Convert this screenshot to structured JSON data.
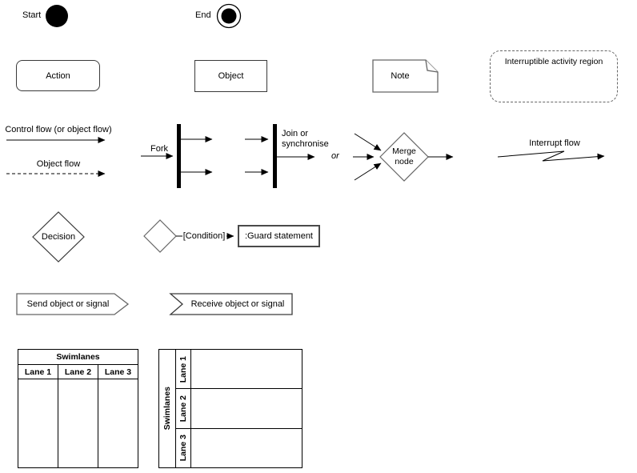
{
  "colors": {
    "background": "#ffffff",
    "ink": "#000000",
    "shape_border": "#3a3a3a",
    "muted_border": "#666666"
  },
  "nodes": {
    "start": {
      "label": "Start"
    },
    "end": {
      "label": "End"
    },
    "action": {
      "label": "Action"
    },
    "object": {
      "label": "Object"
    },
    "note": {
      "label": "Note"
    },
    "interruptible_region": {
      "label": "Interruptible activity region"
    },
    "control_flow": {
      "label": "Control flow (or object flow)"
    },
    "object_flow": {
      "label": "Object flow"
    },
    "fork": {
      "label": "Fork"
    },
    "join": {
      "label": "Join or synchronise"
    },
    "or": {
      "label": "or"
    },
    "merge": {
      "label": "Merge node"
    },
    "interrupt_flow": {
      "label": "Interrupt flow"
    },
    "decision": {
      "label": "Decision"
    },
    "condition": {
      "label": "[Condition]"
    },
    "guard": {
      "label": ":Guard statement"
    },
    "send": {
      "label": "Send object or signal"
    },
    "receive": {
      "label": "Receive object or signal"
    },
    "swimlanes_vertical": {
      "title": "Swimlanes",
      "lanes": [
        "Lane 1",
        "Lane 2",
        "Lane 3"
      ]
    },
    "swimlanes_horizontal": {
      "title": "Swimlanes",
      "lanes": [
        "Lane 1",
        "Lane 2",
        "Lane 3"
      ]
    }
  }
}
